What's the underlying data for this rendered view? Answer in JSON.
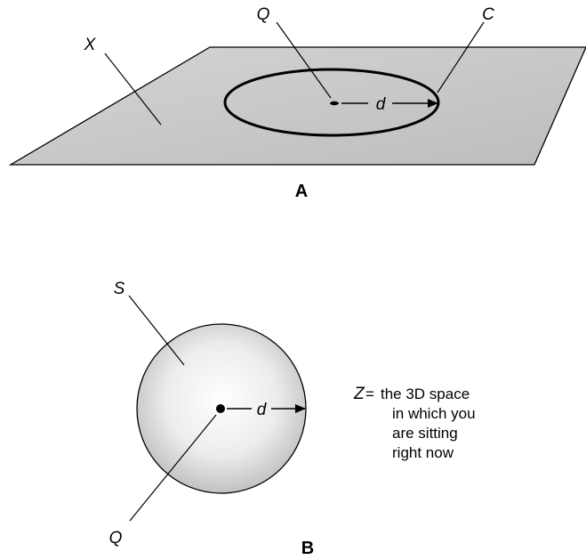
{
  "panel_a": {
    "caption": "A",
    "plane_label": "X",
    "point_label": "Q",
    "circle_label": "C",
    "distance_label": "d"
  },
  "panel_b": {
    "caption": "B",
    "sphere_label": "S",
    "point_label": "Q",
    "distance_label": "d",
    "space_note": {
      "symbol": "Z",
      "equals": "=",
      "lines": [
        "the 3D space",
        "in which you",
        "are sitting",
        "right now"
      ]
    }
  },
  "colors": {
    "plane_fill": "#c8c8c8",
    "sphere_center": "#f7f7f7",
    "sphere_edge": "#bcbcbc",
    "ink": "#000000"
  }
}
